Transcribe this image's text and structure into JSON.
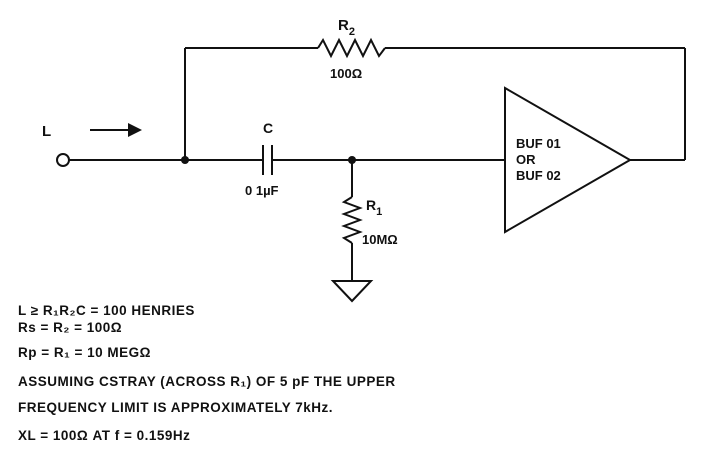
{
  "circuit": {
    "input_label": "L",
    "r2_label": "R",
    "r2_sub": "2",
    "r2_value": "100Ω",
    "c_label": "C",
    "c_value": "0 1µF",
    "r1_label": "R",
    "r1_sub": "1",
    "r1_value": "10MΩ",
    "buffer_lines": [
      "BUF 01",
      "OR",
      "BUF 02"
    ]
  },
  "notes": {
    "line1": "L ≥ R₁R₂C = 100 HENRIES",
    "line2": "Rs = R₂ = 100Ω",
    "line3": "Rp = R₁ = 10 MEGΩ",
    "line4": "ASSUMING CSTRAY (ACROSS R₁) OF 5 pF THE UPPER",
    "line5": "FREQUENCY LIMIT IS APPROXIMATELY 7kHz.",
    "line6": "XL = 100Ω AT f = 0.159Hz"
  }
}
